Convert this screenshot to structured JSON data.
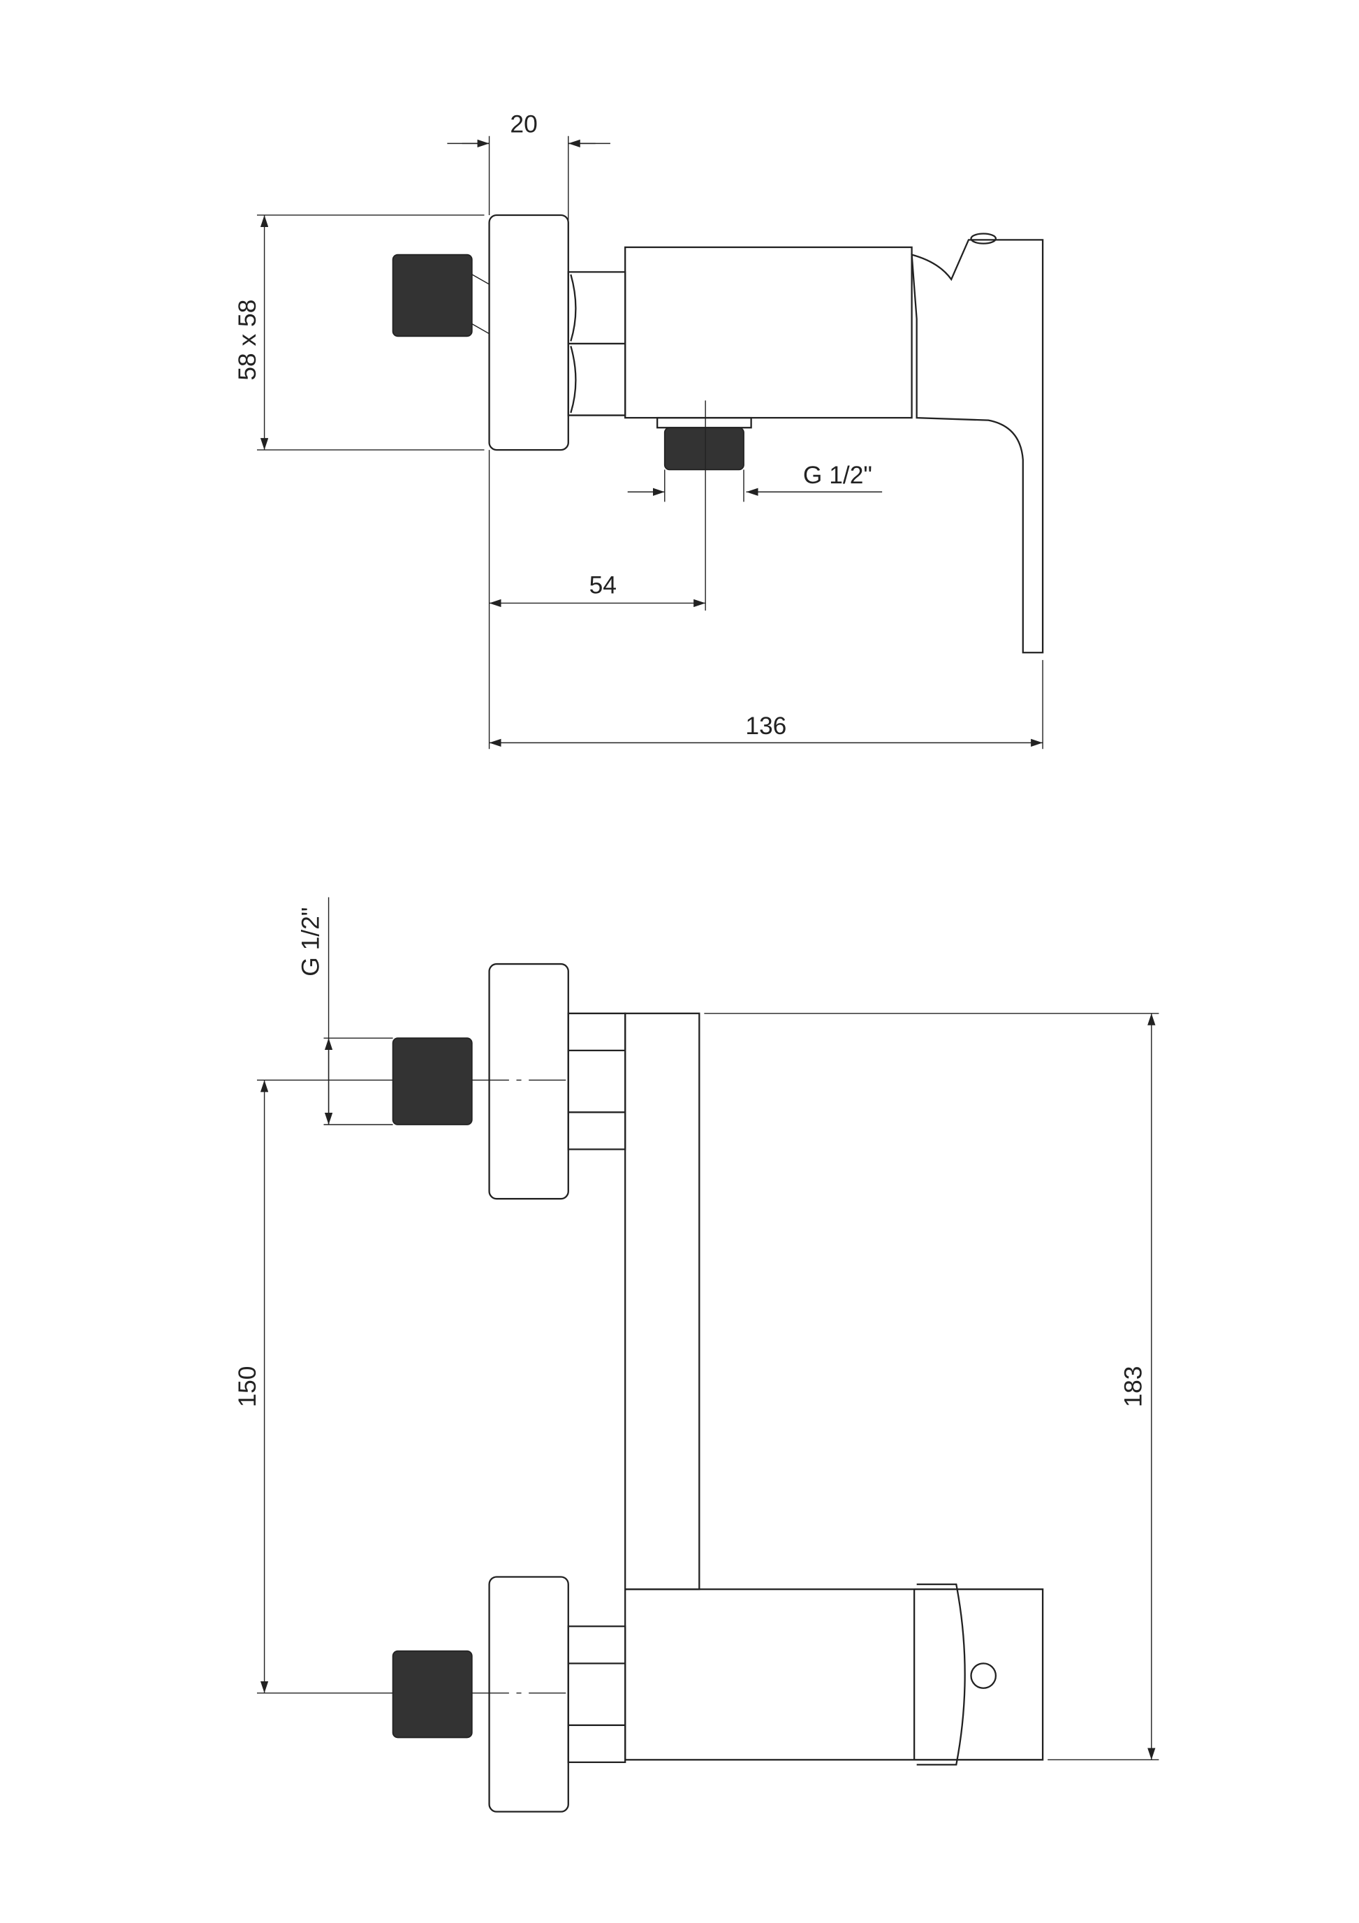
{
  "top_view": {
    "dim_width": "20",
    "dim_square": "58 x 58",
    "dim_thread": "G 1/2\"",
    "dim_outlet": "54",
    "dim_total": "136"
  },
  "front_view": {
    "dim_thread": "G 1/2\"",
    "dim_spacing": "150",
    "dim_height": "183"
  },
  "colors": {
    "line": "#222222",
    "background": "#ffffff"
  }
}
